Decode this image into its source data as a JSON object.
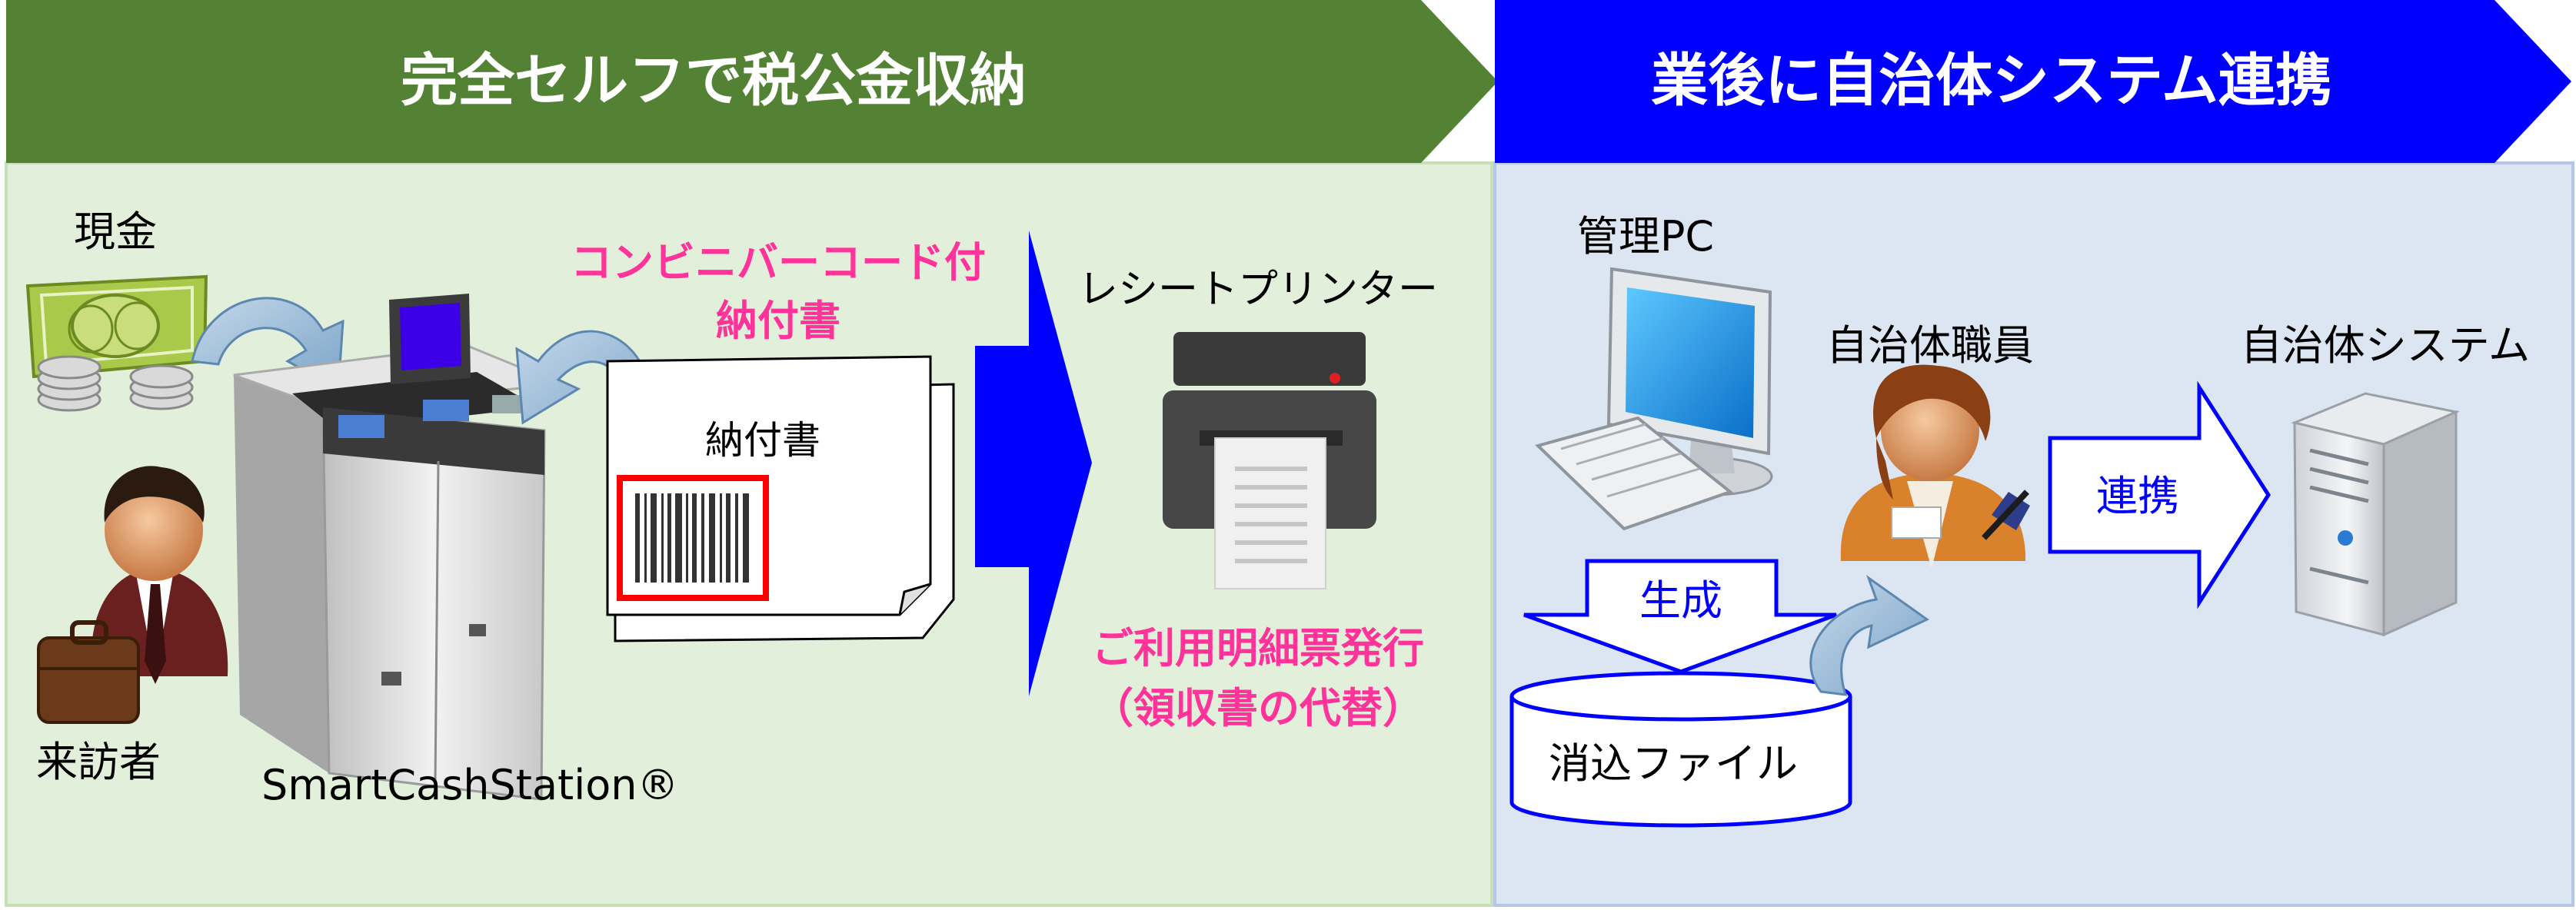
{
  "left_panel": {
    "title": "完全セルフで税公金収納",
    "cash_label": "現金",
    "visitor_label": "来訪者",
    "machine_label": "SmartCashStation®",
    "invoice_title": "コンビニバーコード付",
    "invoice_title2": "納付書",
    "invoice_doc_label": "納付書",
    "printer_label": "レシートプリンター",
    "receipt_line1": "ご利用明細票発行",
    "receipt_line2": "（領収書の代替）"
  },
  "right_panel": {
    "title": "業後に自治体システム連携",
    "pc_label": "管理PC",
    "staff_label": "自治体職員",
    "system_label": "自治体システム",
    "generate_label": "生成",
    "link_label": "連携",
    "file_label": "消込ファイル"
  },
  "colors": {
    "left_header": "#548235",
    "left_panel_bg": "#e2efda",
    "right_header": "#0000ff",
    "right_panel_bg": "#dce6f2",
    "magenta_text": "#ff3399",
    "blue_arrow": "#0000ff"
  }
}
